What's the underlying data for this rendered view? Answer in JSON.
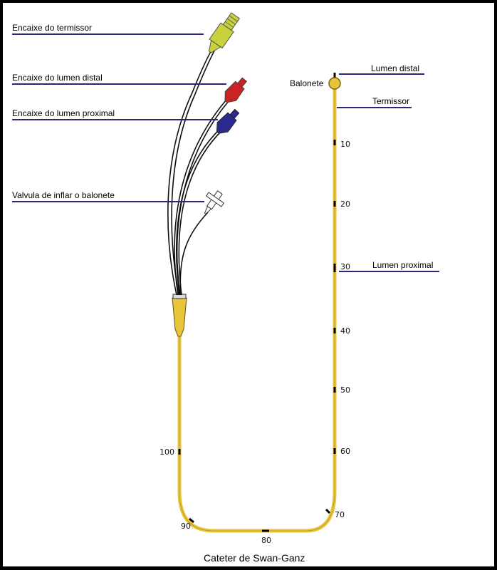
{
  "caption": "Cateter de Swan-Ganz",
  "labels": {
    "termistor_hub": "Encaixe do termissor",
    "distal_hub": "Encaixe do lumen distal",
    "proximal_hub": "Encaixe do lumen proximal",
    "balloon_valve": "Valvula de inflar o balonete",
    "balloon": "Balonete",
    "lumen_distal": "Lumen distal",
    "termistor": "Termissor",
    "lumen_proximal": "Lumen proximal"
  },
  "markings": [
    "10",
    "20",
    "30",
    "40",
    "50",
    "60",
    "70",
    "80",
    "90",
    "100"
  ],
  "colors": {
    "catheter": "#e8c43a",
    "termistor_hub": "#c9d23c",
    "distal_hub": "#cc2222",
    "proximal_hub": "#2a2a8f",
    "leader": "#28287a"
  }
}
